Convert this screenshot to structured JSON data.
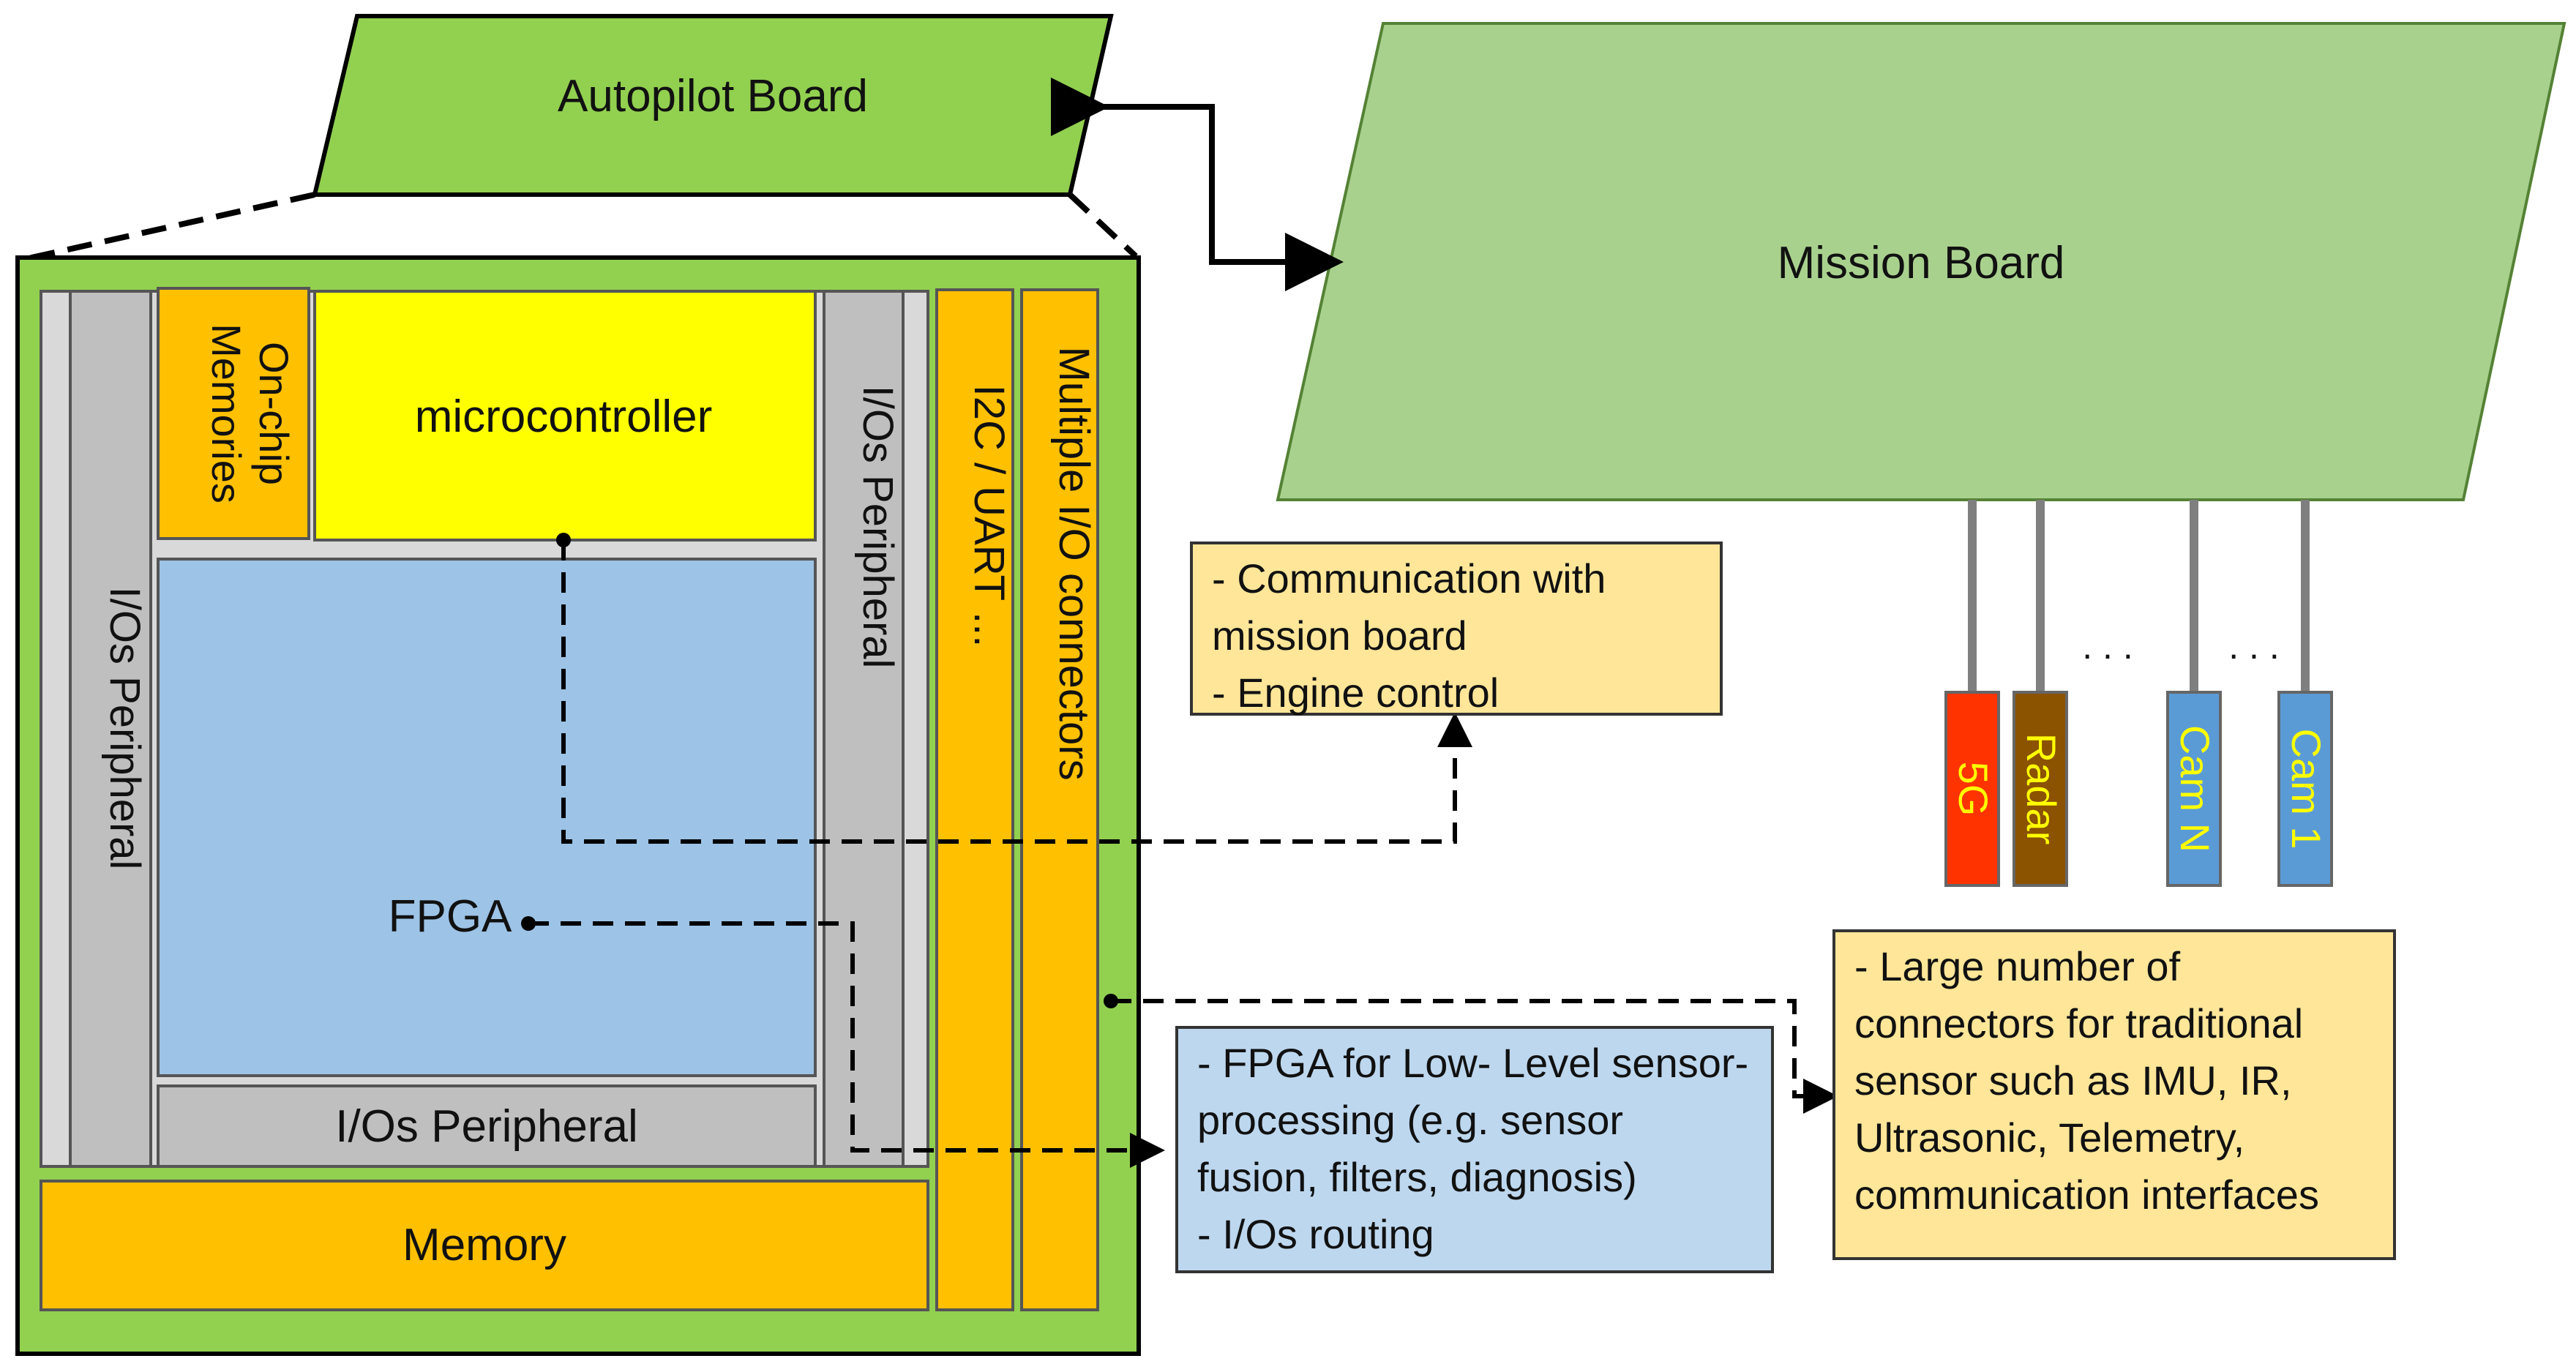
{
  "autopilot_board": {
    "label": "Autopilot Board"
  },
  "mission_board": {
    "label": "Mission Board"
  },
  "components": {
    "io_peripheral_left": "I/Os Peripheral",
    "onchip_memories_line1": "On-chip",
    "onchip_memories_line2": "Memories",
    "microcontroller": "microcontroller",
    "fpga": "FPGA",
    "io_peripheral_bottom": "I/Os Peripheral",
    "io_peripheral_right": "I/Os Peripheral",
    "i2c_uart": "I2C / UART ...",
    "multiple_io": "Multiple I/O connectors",
    "memory": "Memory"
  },
  "sensors": [
    {
      "label": "5G",
      "color": "#ff3300",
      "text_color": "#ffff00"
    },
    {
      "label": "Radar",
      "color": "#8b5200",
      "text_color": "#ffff00"
    },
    {
      "label": "Cam N",
      "color": "#5b9bd5",
      "text_color": "#ffff00"
    },
    {
      "label": "Cam 1",
      "color": "#5b9bd5",
      "text_color": "#ffff00"
    }
  ],
  "ellipsis": ". . .",
  "notes": {
    "microcontroller": [
      "- Communication with",
      "mission board",
      "- Engine control"
    ],
    "fpga": [
      "- FPGA for Low- Level sensor-",
      "processing (e.g. sensor",
      "fusion, filters, diagnosis)",
      "- I/Os routing"
    ],
    "connectors": [
      "- Large number of",
      "connectors for traditional",
      "sensor such as IMU, IR,",
      "Ultrasonic,  Telemetry,",
      "communication  interfaces"
    ]
  },
  "colors": {
    "board_green": "#92d050",
    "mission_green": "#a9d18e",
    "microcontroller_yellow": "#ffff00",
    "fpga_blue": "#9dc3e6",
    "orange": "#ffc000",
    "gray": "#bfbfbf",
    "note_beige": "#ffe699",
    "note_blue": "#bdd7ee"
  }
}
